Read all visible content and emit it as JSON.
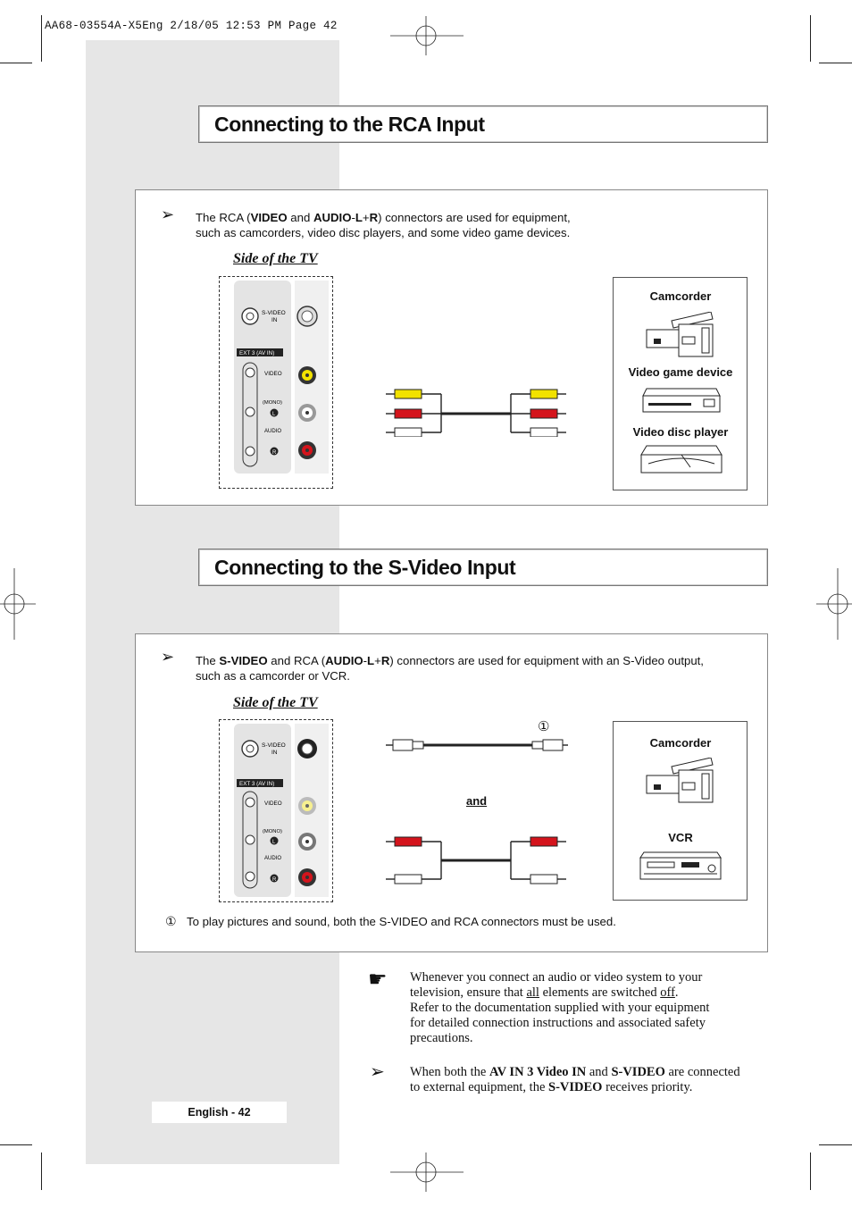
{
  "print_header": "AA68-03554A-X5Eng  2/18/05  12:53 PM  Page 42",
  "section1": {
    "title": "Connecting to the RCA Input",
    "intro": [
      "The RCA (",
      "VIDEO",
      " and ",
      "AUDIO",
      "-",
      "L",
      "+",
      "R",
      ") connectors are used for equipment,",
      "such as camcorders, video disc players, and some video game devices."
    ],
    "side_label": "Side of the TV",
    "devices": [
      "Camcorder",
      "Video game device",
      "Video disc player"
    ]
  },
  "section2": {
    "title": "Connecting to the S-Video Input",
    "intro": [
      "The ",
      "S-VIDEO",
      " and RCA (",
      "AUDIO",
      "-",
      "L",
      "+",
      "R",
      ") connectors are used for equipment with an S-Video output,",
      "such as a camcorder or VCR."
    ],
    "side_label": "Side of the TV",
    "circle_marker": "①",
    "and_label": "and",
    "devices": [
      "Camcorder",
      "VCR"
    ],
    "footnote_marker": "①",
    "footnote": "To play pictures and sound, both the S-VIDEO and RCA connectors must be used."
  },
  "tv_panel": {
    "svideo_label": "S-VIDEO",
    "in_label": "IN",
    "ext_label": "EXT 3 (AV IN)",
    "video_label": "VIDEO",
    "mono_label": "(MONO)",
    "l_label": "L",
    "audio_label": "AUDIO",
    "r_label": "R"
  },
  "notes": {
    "note1_lines": [
      "Whenever you connect an audio or video system to your",
      "television, ensure that ",
      "all",
      " elements are switched ",
      "off",
      ".",
      "Refer to the documentation supplied with your equipment",
      "for detailed connection instructions and associated safety",
      "precautions."
    ],
    "note2_parts": [
      "When both the ",
      "AV IN 3 Video IN",
      " and ",
      "S-VIDEO",
      " are connected",
      "to external equipment, the ",
      "S-VIDEO",
      " receives priority."
    ]
  },
  "footer": "English - 42",
  "colors": {
    "yellow": "#f2e200",
    "red": "#d4141c",
    "white": "#ffffff",
    "gray_bar": "#e6e6e6"
  }
}
